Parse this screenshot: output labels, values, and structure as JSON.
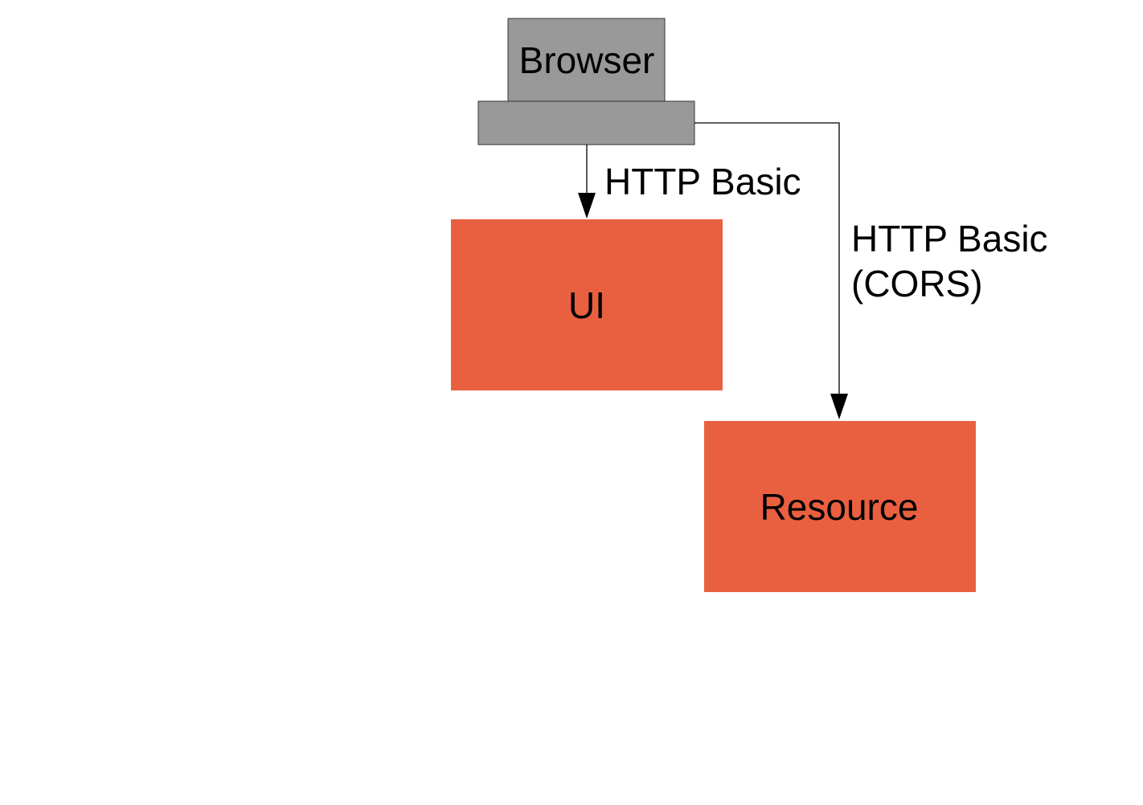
{
  "nodes": {
    "browser": {
      "label": "Browser"
    },
    "ui": {
      "label": "UI"
    },
    "resource": {
      "label": "Resource"
    }
  },
  "edges": {
    "browser_to_ui": {
      "label": "HTTP Basic"
    },
    "browser_to_resource": {
      "label_line1": "HTTP Basic",
      "label_line2": "(CORS)"
    }
  },
  "colors": {
    "browser_fill": "#999999",
    "server_fill": "#e96040",
    "line": "#000000",
    "background": "#ffffff"
  }
}
